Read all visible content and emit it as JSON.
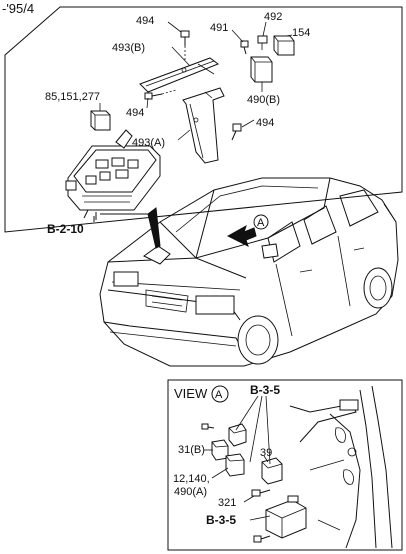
{
  "header": {
    "version": "-'95/4"
  },
  "top_panel": {
    "labels": {
      "l494a": "494",
      "l491": "491",
      "l492": "492",
      "l154": "154",
      "l493b": "493(B)",
      "l85": "85,151,277",
      "l494b": "494",
      "l490b": "490(B)",
      "l494c": "494",
      "l493a": "493(A)"
    },
    "ref": "B-2-10"
  },
  "vehicle": {
    "marker": "A"
  },
  "view_panel": {
    "title": "VIEW",
    "marker": "A",
    "labels": {
      "ref1": "B-3-5",
      "l31b": "31(B)",
      "l39": "39",
      "l12": "12,140,",
      "l490a": "490(A)",
      "l321": "321",
      "ref2": "B-3-5"
    }
  }
}
